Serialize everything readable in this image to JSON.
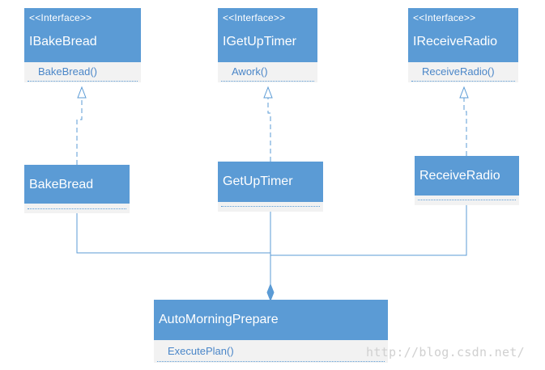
{
  "diagram": {
    "interfaces": [
      {
        "stereotype": "<<Interface>>",
        "name": "IBakeBread",
        "operation": "BakeBread()"
      },
      {
        "stereotype": "<<Interface>>",
        "name": "IGetUpTimer",
        "operation": "Awork()"
      },
      {
        "stereotype": "<<Interface>>",
        "name": "IReceiveRadio",
        "operation": "ReceiveRadio()"
      }
    ],
    "classes": [
      {
        "name": "BakeBread"
      },
      {
        "name": "GetUpTimer"
      },
      {
        "name": "ReceiveRadio"
      }
    ],
    "aggregate": {
      "name": "AutoMorningPrepare",
      "operation": "ExecutePlan()"
    },
    "colors": {
      "box_fill": "#5b9bd5",
      "compartment_fill": "#f2f2f2",
      "line": "#5b9bd5",
      "operation_text": "#4a86c8"
    }
  },
  "watermark": "http://blog.csdn.net/"
}
